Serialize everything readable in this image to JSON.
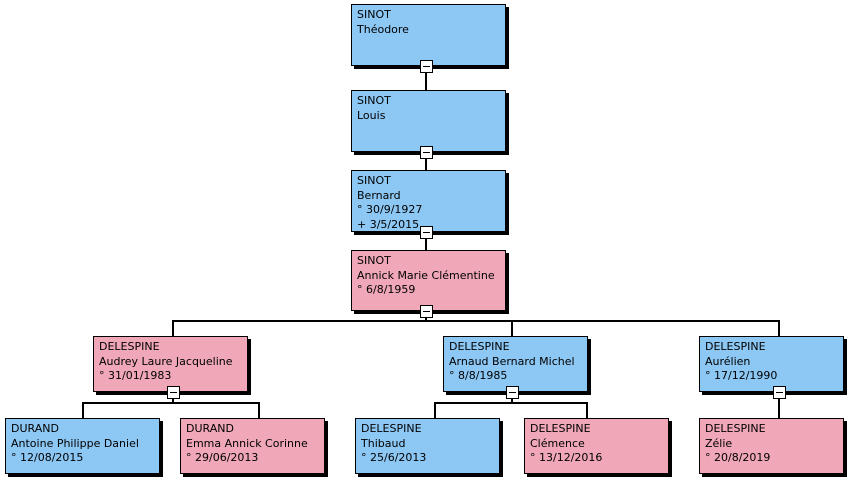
{
  "diagram": {
    "type": "genealogy-tree",
    "colors": {
      "male_fill": "#8DC8F5",
      "female_fill": "#F0A8B8",
      "border": "#000000",
      "background": "#FFFFFF"
    },
    "symbols": {
      "birth": "°",
      "death": "+",
      "collapse": "-"
    }
  },
  "nodes": [
    {
      "id": "sinot-theodore",
      "surname": "SINOT",
      "given": "Théodore",
      "birth": "",
      "death": "",
      "sex": "male"
    },
    {
      "id": "sinot-louis",
      "surname": "SINOT",
      "given": "Louis",
      "birth": "",
      "death": "",
      "sex": "male"
    },
    {
      "id": "sinot-bernard",
      "surname": "SINOT",
      "given": "Bernard",
      "birth": "° 30/9/1927",
      "death": "+ 3/5/2015",
      "sex": "male"
    },
    {
      "id": "sinot-annick",
      "surname": "SINOT",
      "given": "Annick Marie Clémentine",
      "birth": "° 6/8/1959",
      "death": "",
      "sex": "female"
    },
    {
      "id": "delespine-audrey",
      "surname": "DELESPINE",
      "given": "Audrey Laure Jacqueline",
      "birth": "° 31/01/1983",
      "death": "",
      "sex": "female"
    },
    {
      "id": "delespine-arnaud",
      "surname": "DELESPINE",
      "given": "Arnaud Bernard Michel",
      "birth": "° 8/8/1985",
      "death": "",
      "sex": "male"
    },
    {
      "id": "delespine-aurelien",
      "surname": "DELESPINE",
      "given": "Aurélien",
      "birth": "° 17/12/1990",
      "death": "",
      "sex": "male"
    },
    {
      "id": "durand-antoine",
      "surname": "DURAND",
      "given": "Antoine Philippe Daniel",
      "birth": "° 12/08/2015",
      "death": "",
      "sex": "male"
    },
    {
      "id": "durand-emma",
      "surname": "DURAND",
      "given": "Emma Annick Corinne",
      "birth": "° 29/06/2013",
      "death": "",
      "sex": "female"
    },
    {
      "id": "delespine-thibaud",
      "surname": "DELESPINE",
      "given": "Thibaud",
      "birth": "° 25/6/2013",
      "death": "",
      "sex": "male"
    },
    {
      "id": "delespine-clemence",
      "surname": "DELESPINE",
      "given": "Clémence",
      "birth": "° 13/12/2016",
      "death": "",
      "sex": "female"
    },
    {
      "id": "delespine-zelie",
      "surname": "DELESPINE",
      "given": "Zélie",
      "birth": "° 20/8/2019",
      "death": "",
      "sex": "female"
    }
  ]
}
